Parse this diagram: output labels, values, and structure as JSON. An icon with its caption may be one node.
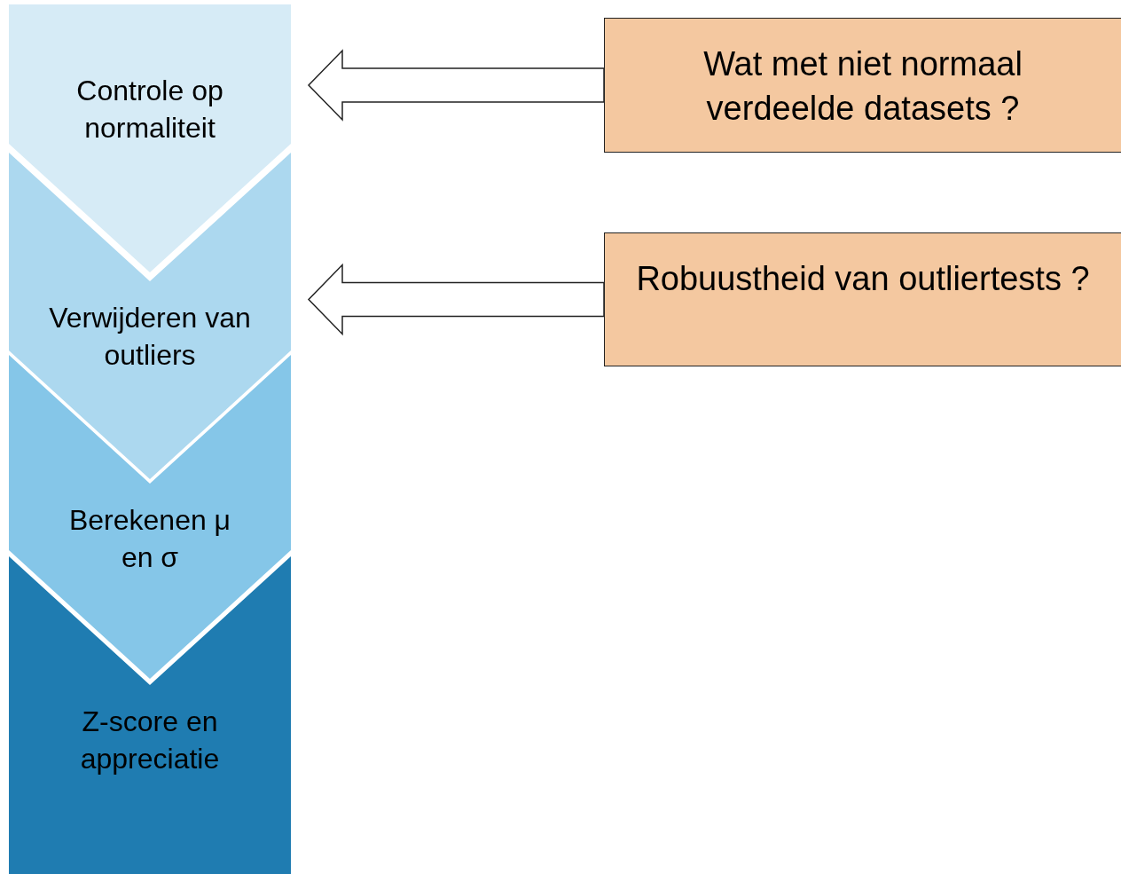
{
  "diagram": {
    "nodes": [
      {
        "text": [
          "Controle op normaliteit"
        ]
      },
      {
        "text": [
          "Verwijderen van outliers"
        ]
      },
      {
        "text": [
          "Berekenen μ en σ"
        ]
      },
      {
        "text": [
          "Z-score en appreciatie"
        ]
      },
      {
        "text": [
          "Wat met niet normaal verdeelde datasets ?"
        ]
      },
      {
        "text": [
          "Robuustheid van outliertests ?"
        ]
      }
    ],
    "edges": [
      {
        "from": 4,
        "to": 0,
        "arrow": "to"
      },
      {
        "from": 5,
        "to": 1,
        "arrow": "to"
      }
    ]
  }
}
